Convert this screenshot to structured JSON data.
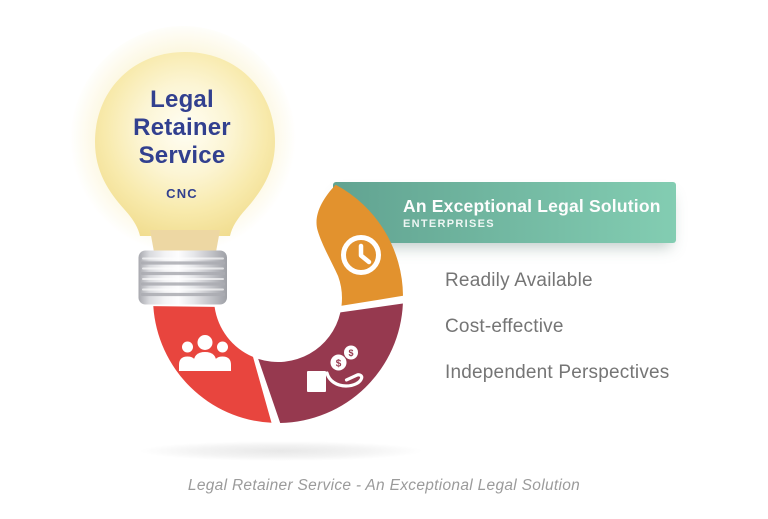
{
  "bulb": {
    "title_lines": [
      "Legal",
      "Retainer",
      "Service"
    ],
    "subtitle": "CNC",
    "text_color": "#32408F"
  },
  "banner": {
    "title": "An Exceptional Legal Solution",
    "subtitle": "ENTERPRISES",
    "gradient_left": "#61A391",
    "gradient_right": "#83CDB2"
  },
  "features": [
    {
      "label": "Readily Available"
    },
    {
      "label": "Cost-effective"
    },
    {
      "label": "Independent Perspectives"
    }
  ],
  "caption": "Legal Retainer Service - An Exceptional Legal Solution",
  "segments": [
    {
      "name": "availability",
      "icon": "clock-icon",
      "color": "#E2922E"
    },
    {
      "name": "people",
      "icon": "people-icon",
      "color": "#E8453E"
    },
    {
      "name": "cost",
      "icon": "hand-coins-icon",
      "color": "#96394F",
      "coin_symbol": "$"
    }
  ]
}
